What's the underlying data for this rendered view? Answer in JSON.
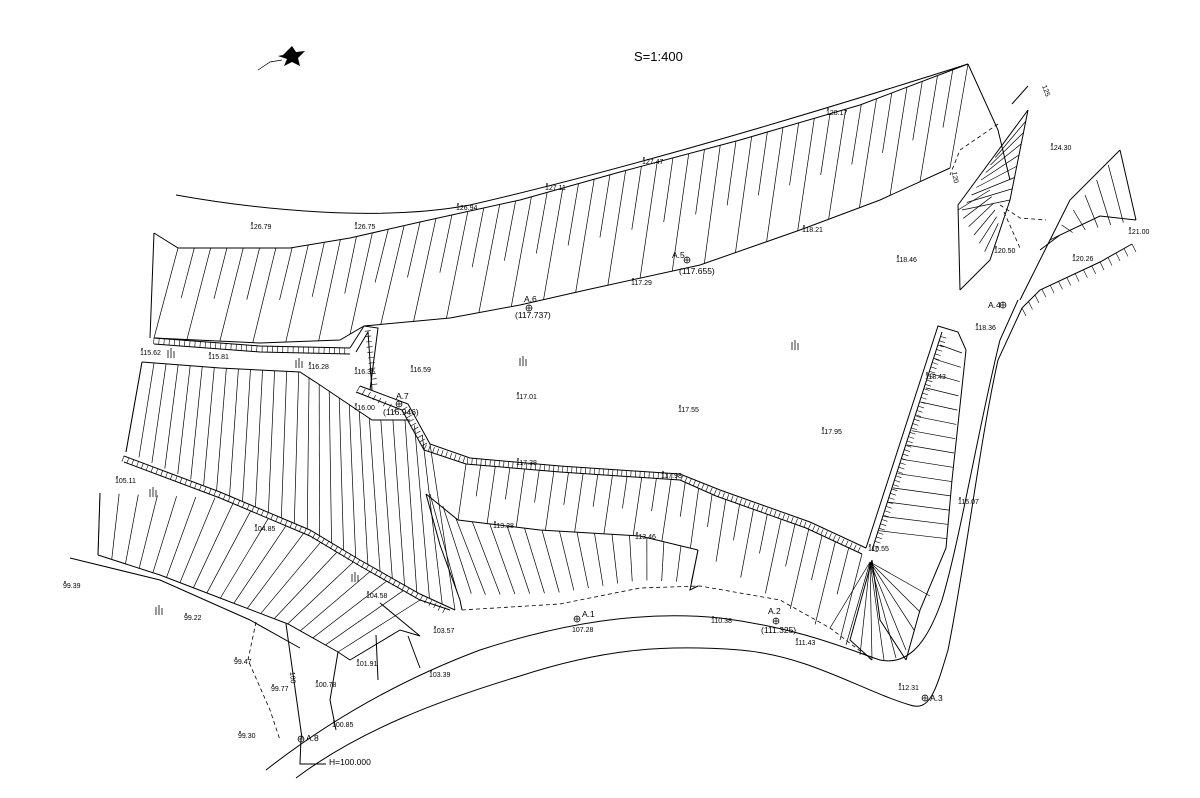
{
  "scale_label": "S=1:400",
  "datum_label": "H=100.000",
  "contours": [
    "120",
    "125",
    "100"
  ],
  "benchmarks": [
    {
      "id": "A.1",
      "elev": "107.28"
    },
    {
      "id": "A.2",
      "elev": "(111.325)"
    },
    {
      "id": "A.3",
      "elev": ""
    },
    {
      "id": "A.4",
      "elev": ""
    },
    {
      "id": "A.5",
      "elev": "(117.655)"
    },
    {
      "id": "A.6",
      "elev": "(117.737)"
    },
    {
      "id": "A.7",
      "elev": "(116.946)"
    },
    {
      "id": "A.8",
      "elev": ""
    }
  ],
  "spot_elevations": [
    "128.17",
    "127.47",
    "127.11",
    "126.94",
    "126.79",
    "126.75",
    "124.30",
    "121.00",
    "120.50",
    "120.26",
    "118.46",
    "118.36",
    "118.21",
    "117.29",
    "117.01",
    "117.55",
    "117.95",
    "117.38",
    "117.98",
    "118.43",
    "116.59",
    "116.35",
    "116.28",
    "116.00",
    "115.62",
    "115.81",
    "115.07",
    "116.55",
    "113.38",
    "113.46",
    "105.11",
    "104.85",
    "104.58",
    "103.57",
    "103.39",
    "101.91",
    "100.78",
    "100.85",
    "99.77",
    "99.47",
    "99.30",
    "99.39",
    "99.22",
    "110.38",
    "111.43",
    "112.31"
  ]
}
